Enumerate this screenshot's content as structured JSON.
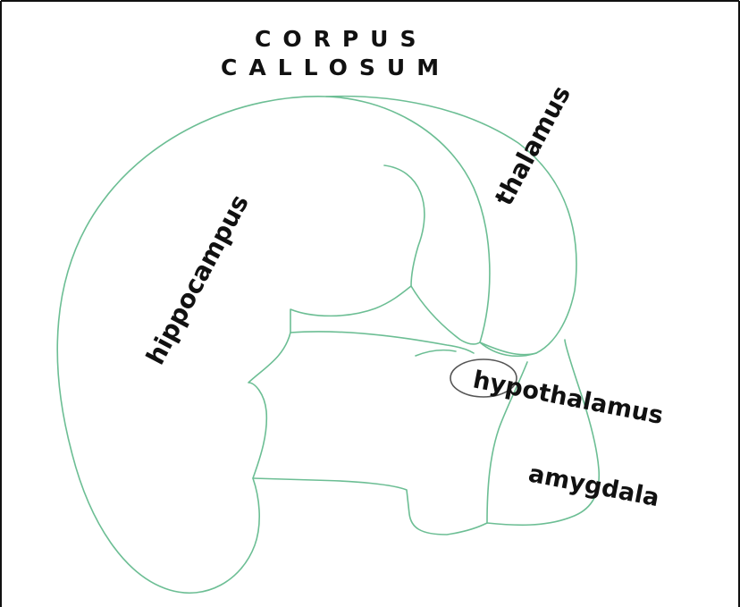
{
  "title": {
    "line1": "CORPUS",
    "line2": "CALLOSUM"
  },
  "labels": {
    "hippocampus": "hippocampus",
    "thalamus": "thalamus",
    "hypothalamus": "hypothalamus",
    "amygdala": "amygdala"
  },
  "colors": {
    "outline": "#6cbe94",
    "frame": "#111111",
    "text": "#111111",
    "marker": "#555555"
  }
}
